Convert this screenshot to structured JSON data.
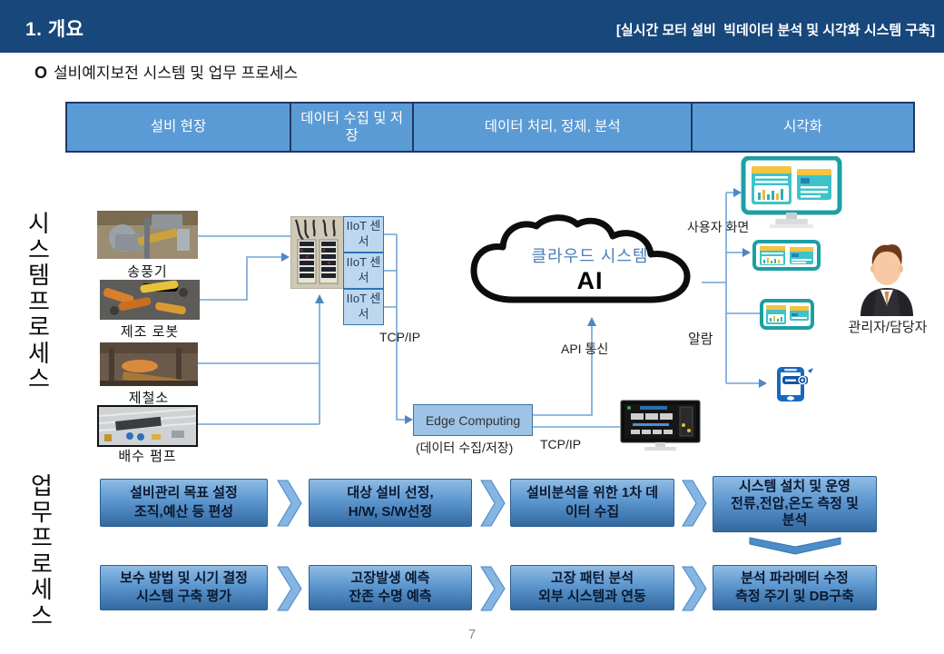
{
  "slide": {
    "header": {
      "title": "1. 개요",
      "right_caption": "[실시간 모터 설비  빅데이터 분석 및 시각화 시스템 구축]"
    },
    "section": {
      "bullet": "O",
      "title": "설비예지보전 시스템 및 업무 프로세스"
    },
    "pipeline": {
      "columns": [
        {
          "label": "설비 현장"
        },
        {
          "label": "데이터 수집 및 저장"
        },
        {
          "label": "데이터 처리, 정제, 분석"
        },
        {
          "label": "시각화"
        }
      ]
    },
    "system_process": {
      "vertical_label": "시스템프로세스",
      "sites": [
        {
          "name": "송풍기"
        },
        {
          "name": "제조 로봇"
        },
        {
          "name": "제철소"
        },
        {
          "name": "배수 펌프"
        }
      ],
      "sensors": [
        {
          "label": "IIoT 센서"
        },
        {
          "label": "IIoT 센서"
        },
        {
          "label": "IIoT 센서"
        }
      ],
      "tcp_ip_sensor": "TCP/IP",
      "cloud": {
        "title": "클라우드 시스템",
        "core": "AI"
      },
      "api_label": "API 통신",
      "edge": {
        "label": "Edge Computing",
        "subtitle": "(데이터 수집/저장)",
        "tcp_ip": "TCP/IP"
      },
      "user_screen_label": "사용자 화면",
      "alarm_label": "알람",
      "manager_label": "관리자/담당자"
    },
    "work_process": {
      "vertical_label": "업무프로세스",
      "row1": [
        {
          "lines": [
            "설비관리 목표 설정",
            "조직,예산 등 편성"
          ]
        },
        {
          "lines": [
            "대상 설비 선정,",
            "H/W, S/W선정"
          ]
        },
        {
          "lines": [
            "설비분석을 위한 1차 데",
            "이터 수집"
          ]
        },
        {
          "lines": [
            "시스템 설치 및 운영",
            "전류,전압,온도 측정 및",
            "분석"
          ]
        }
      ],
      "row2": [
        {
          "lines": [
            "보수 방법 및 시기 결정",
            "시스템 구축 평가"
          ]
        },
        {
          "lines": [
            "고장발생 예측",
            "잔존 수명 예측"
          ]
        },
        {
          "lines": [
            "고장 패턴 분석",
            "외부 시스템과 연동"
          ]
        },
        {
          "lines": [
            "분석 파라메터 수정",
            "측정 주기 및 DB구축"
          ]
        }
      ]
    },
    "page_number": "7",
    "colors": {
      "header_bar": "#17477B",
      "table_fill": "#5B9BD5",
      "table_border": "#1F3864",
      "sensor_fill": "#BDD7EE",
      "sensor_border": "#2E74B5",
      "edge_fill": "#9DC3E6",
      "connector": "#6FA3D8",
      "cloud_text": "#4A7EBB"
    }
  }
}
